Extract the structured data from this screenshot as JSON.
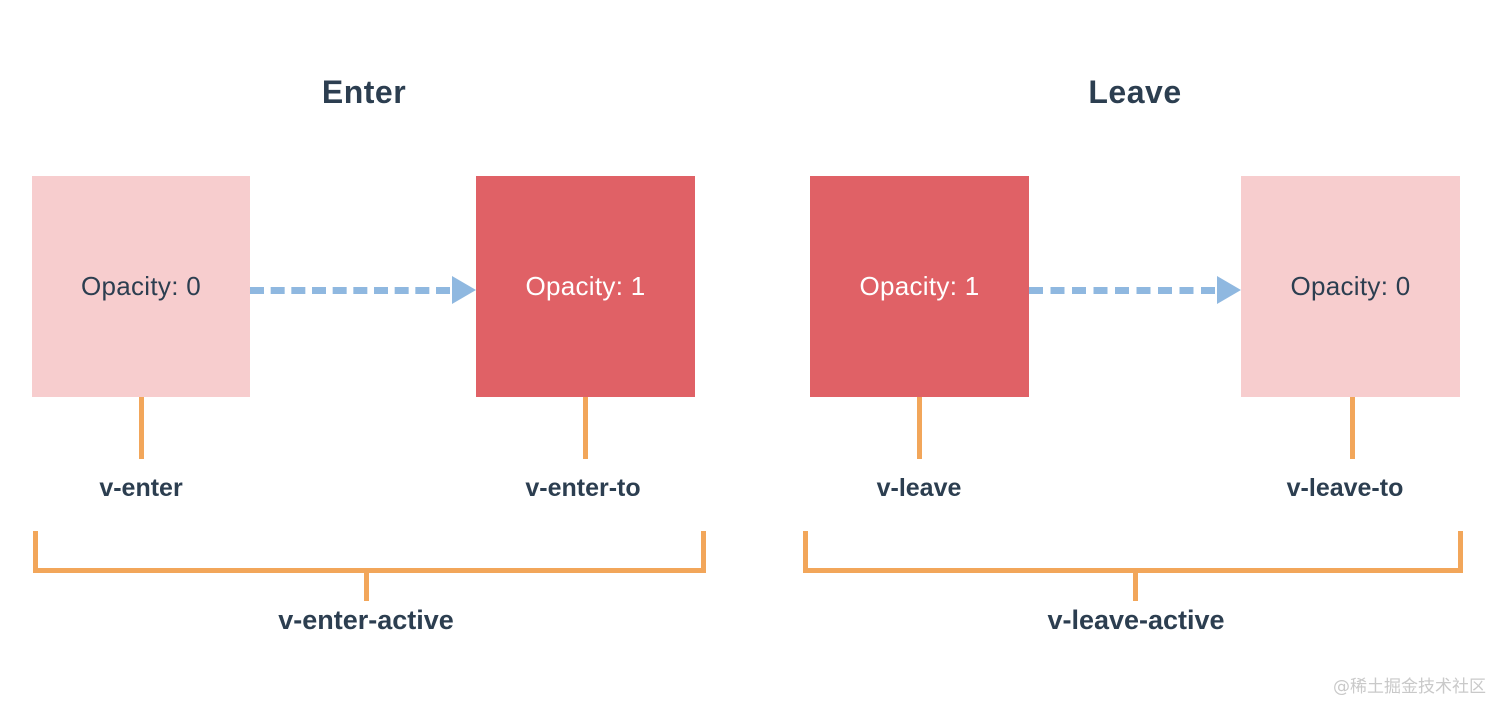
{
  "diagram": {
    "type": "vue-transition-class-lifecycle",
    "background_color": "#FFFFFF",
    "palette": {
      "box_light": "#F7CDCE",
      "box_solid": "#E06166",
      "arrow": "#8FB8E0",
      "connector": "#F2A65A",
      "text_dark": "#2C3E50",
      "text_light": "#FFFFFF",
      "watermark": "#C9C9C9"
    },
    "sections": [
      {
        "id": "enter",
        "title": "Enter",
        "start_box": {
          "label": "Opacity: 0",
          "style": "light"
        },
        "end_box": {
          "label": "Opacity: 1",
          "style": "solid"
        },
        "start_class": "v-enter",
        "end_class": "v-enter-to",
        "active_class": "v-enter-active"
      },
      {
        "id": "leave",
        "title": "Leave",
        "start_box": {
          "label": "Opacity: 1",
          "style": "solid"
        },
        "end_box": {
          "label": "Opacity: 0",
          "style": "light"
        },
        "start_class": "v-leave",
        "end_class": "v-leave-to",
        "active_class": "v-leave-active"
      }
    ],
    "watermark": "@稀土掘金技术社区"
  }
}
